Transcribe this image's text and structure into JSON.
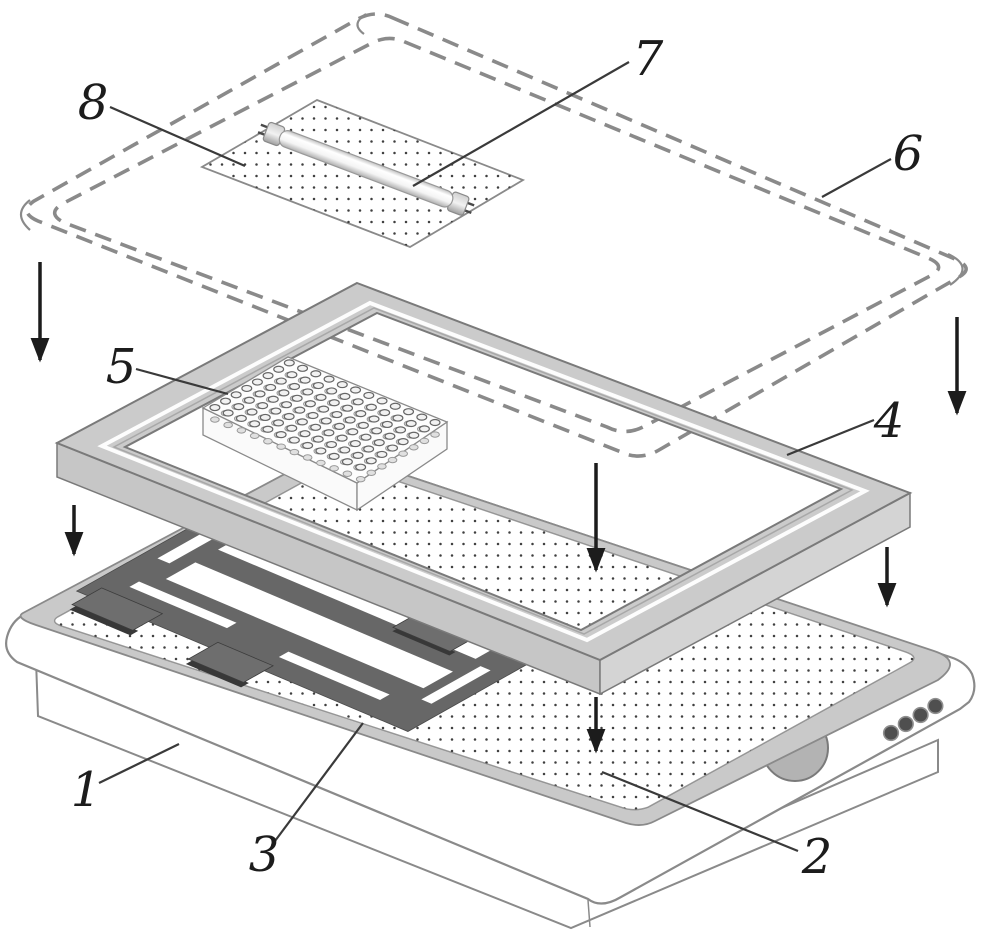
{
  "figure": {
    "kind": "exploded-view line diagram",
    "part_count": 8
  },
  "labels": [
    {
      "text": "1"
    },
    {
      "text": "2"
    },
    {
      "text": "3"
    },
    {
      "text": "4"
    },
    {
      "text": "5"
    },
    {
      "text": "6"
    },
    {
      "text": "7"
    },
    {
      "text": "8"
    }
  ],
  "microplate": {
    "rows": 8,
    "cols": 12,
    "well_count": 96
  },
  "base": {
    "button_count": 4
  },
  "arrows": {
    "count": 6,
    "direction": "down"
  },
  "colors": {
    "ink": "#1c1c1c",
    "line": "#8a8a8a",
    "leader": "#3a3a3a",
    "frame_top": "#cbcbcb",
    "frame_front_left": "#c6c6c6",
    "frame_front_right": "#d4d4d4",
    "rim": "#c9c9c9",
    "plate_dark": "#676767",
    "tab_top": "#6e6e6e",
    "tab_side": "#383838",
    "knob": "#b3b3b3",
    "dot": "#3f3f3f",
    "well_fill": "#f2f2f2",
    "well_stroke": "#666666"
  }
}
